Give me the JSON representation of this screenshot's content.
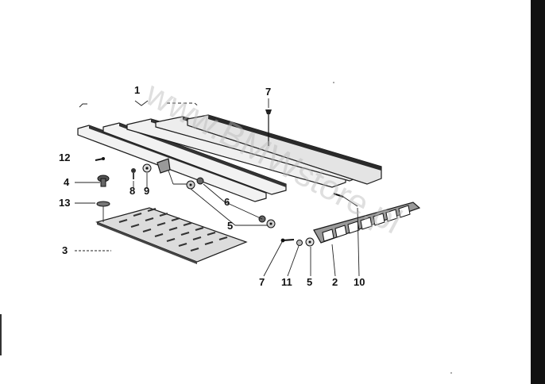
{
  "diagram": {
    "watermark": "www.BMWstore.pl",
    "callouts": {
      "c1": "1",
      "c2": "2",
      "c3": "3",
      "c4": "4",
      "c5a": "5",
      "c5b": "5",
      "c6": "6",
      "c7a": "7",
      "c7b": "7",
      "c8": "8",
      "c9": "9",
      "c10": "10",
      "c11": "11",
      "c12": "12",
      "c13": "13"
    }
  }
}
